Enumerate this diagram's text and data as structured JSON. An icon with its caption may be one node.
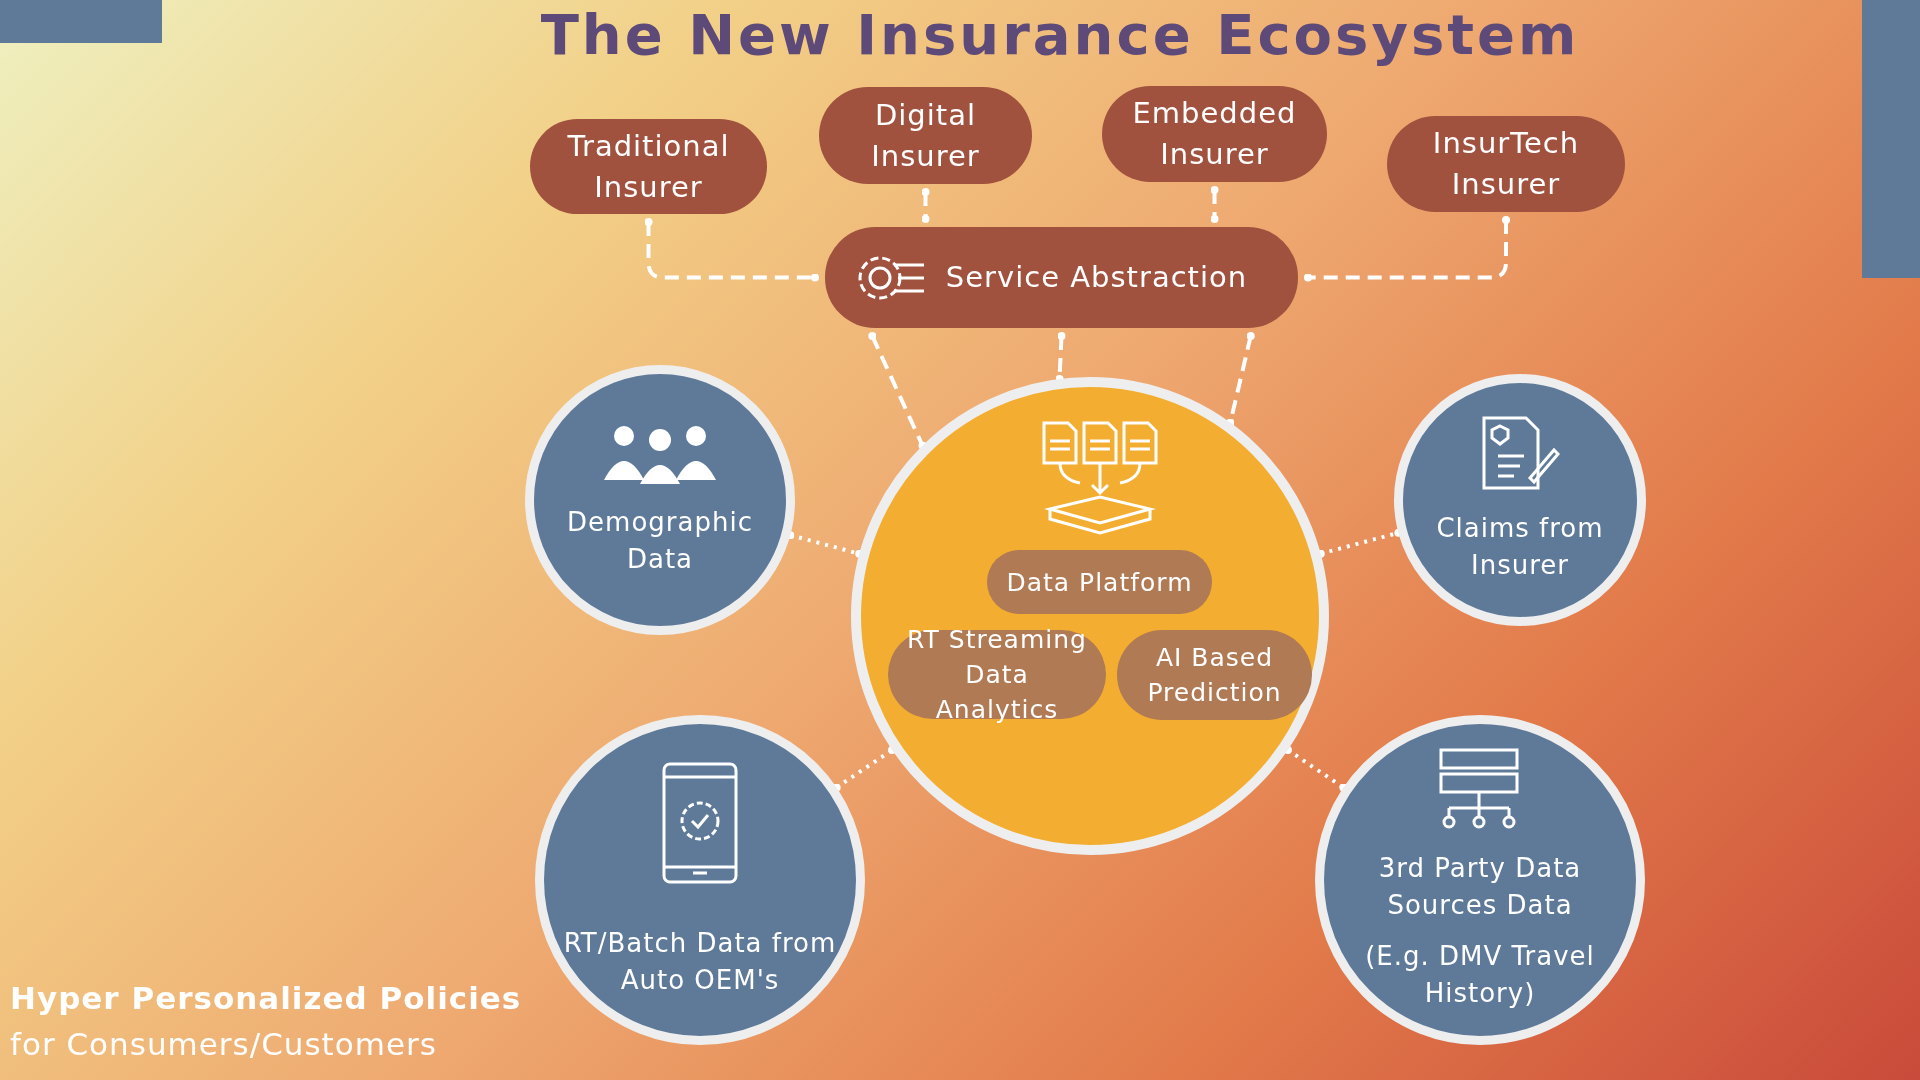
{
  "diagram": {
    "title": "The New Insurance Ecosystem",
    "nodes": [
      {
        "text": [
          "Traditional Insurer"
        ]
      },
      {
        "text": [
          "Digital Insurer"
        ]
      },
      {
        "text": [
          "Embedded Insurer"
        ]
      },
      {
        "text": [
          "InsurTech Insurer"
        ]
      },
      {
        "text": [
          "Service Abstraction"
        ]
      },
      {
        "text": [],
        "shape": "circle"
      },
      {
        "text": [
          "Data Platform"
        ],
        "in": 5
      },
      {
        "text": [
          "RT Streaming Data Analytics"
        ],
        "in": 5
      },
      {
        "text": [
          "AI Based Prediction"
        ],
        "in": 5
      },
      {
        "text": [
          "Demographic Data"
        ]
      },
      {
        "text": [
          "Claims from Insurer"
        ]
      },
      {
        "text": [
          "RT/Batch Data from Auto OEM's"
        ]
      },
      {
        "text": [
          "3rd Party Data Sources Data",
          "(E.g. DMV Travel History)"
        ]
      }
    ],
    "edges": [
      {
        "from": 0,
        "to": 4,
        "arrow": "other",
        "style": "dashed"
      },
      {
        "from": 1,
        "to": 4,
        "arrow": "other",
        "style": "dashed"
      },
      {
        "from": 2,
        "to": 4,
        "arrow": "other",
        "style": "dashed"
      },
      {
        "from": 3,
        "to": 4,
        "arrow": "other",
        "style": "dashed"
      },
      {
        "from": 4,
        "to": 5,
        "arrow": "other",
        "style": "dashed"
      },
      {
        "from": 4,
        "to": 5,
        "arrow": "other",
        "style": "dashed"
      },
      {
        "from": 4,
        "to": 5,
        "arrow": "other",
        "style": "dashed"
      },
      {
        "from": 9,
        "to": 5,
        "arrow": "other",
        "style": "dashed"
      },
      {
        "from": 5,
        "to": 10,
        "arrow": "other",
        "style": "dashed"
      },
      {
        "from": 11,
        "to": 5,
        "arrow": "other",
        "style": "dashed"
      },
      {
        "from": 5,
        "to": 12,
        "arrow": "other",
        "style": "dashed"
      }
    ],
    "labels": [
      "**Hyper Personalized Policies** for Consumers/Customers"
    ]
  }
}
